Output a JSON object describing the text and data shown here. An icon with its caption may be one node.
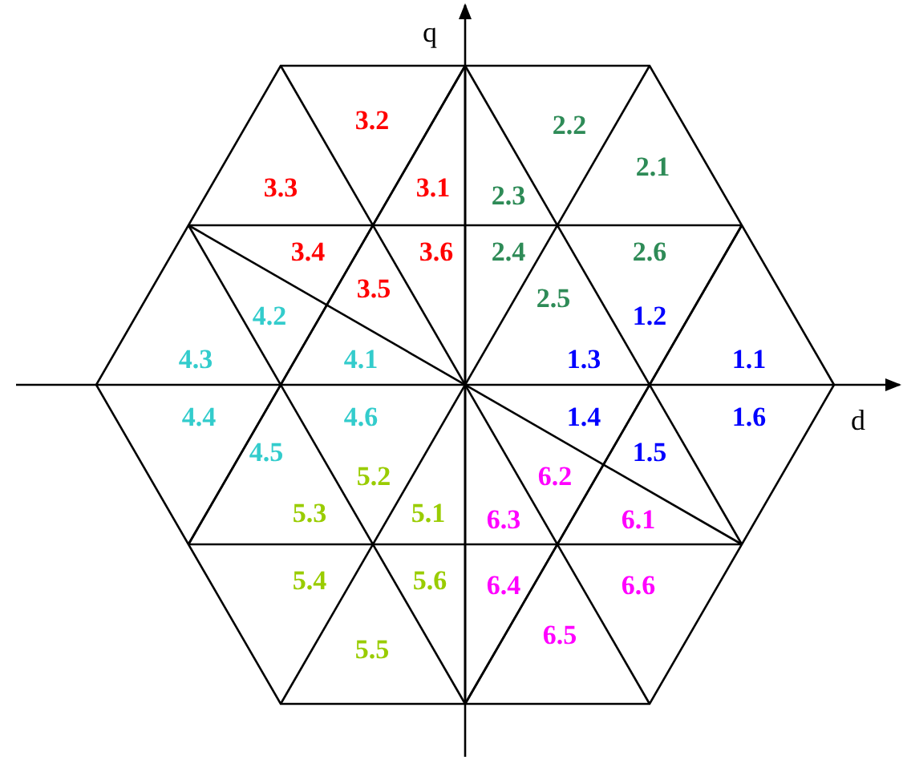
{
  "diagram": {
    "labels": [
      "q",
      "3.2",
      "2.2",
      "2.1",
      "3.3",
      "3.1",
      "2.3",
      "3.4",
      "3.6",
      "2.4",
      "2.6",
      "3.5",
      "4.2",
      "2.5",
      "1.2",
      "4.3",
      "4.1",
      "1.3",
      "1.1",
      "4.4",
      "4.6",
      "1.4",
      "1.6",
      "d",
      "4.5",
      "1.5",
      "5.2",
      "6.2",
      "5.3",
      "5.1",
      "6.3",
      "6.1",
      "5.4",
      "5.6",
      "6.4",
      "6.6",
      "6.5",
      "5.5"
    ]
  }
}
